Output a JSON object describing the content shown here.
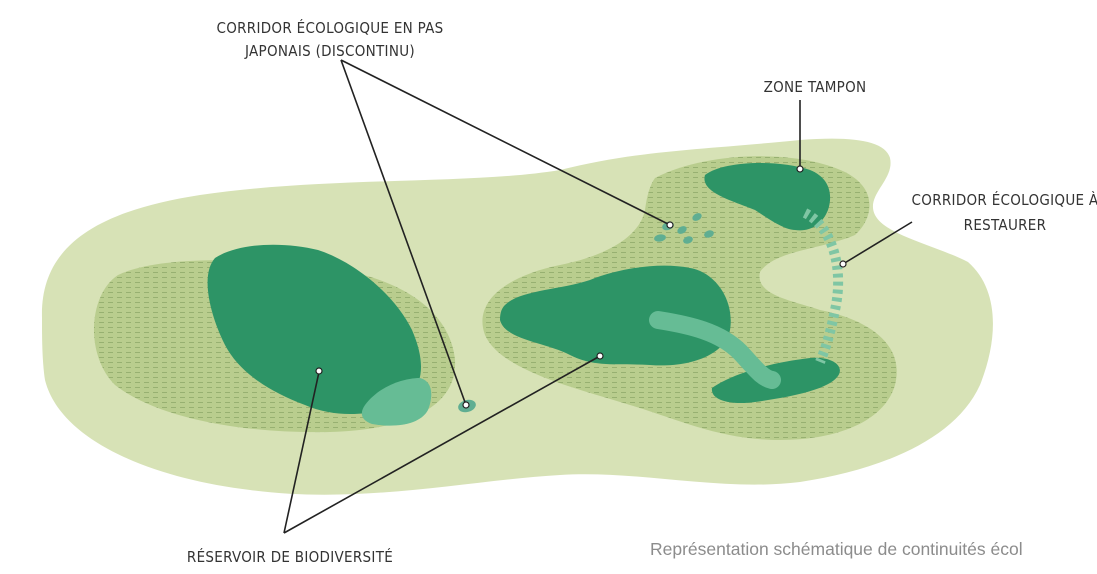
{
  "labels": {
    "corridor_discontinu_line1": "CORRIDOR ÉCOLOGIQUE EN PAS",
    "corridor_discontinu_line2": "JAPONAIS (DISCONTINU)",
    "zone_tampon": "ZONE TAMPON",
    "corridor_restaurer_line1": "CORRIDOR ÉCOLOGIQUE À",
    "corridor_restaurer_line2": "RESTAURER",
    "reservoir": "RÉSERVOIR DE BIODIVERSITÉ"
  },
  "caption": "Représentation schématique de continuités écol",
  "colors": {
    "background_land": "#d7e2b6",
    "buffer_zone": "#b9cd8e",
    "reservoir": "#2d9466",
    "corridor_light": "#66bc95",
    "leader_line": "#222222",
    "caption_text": "#8c8c8c"
  }
}
